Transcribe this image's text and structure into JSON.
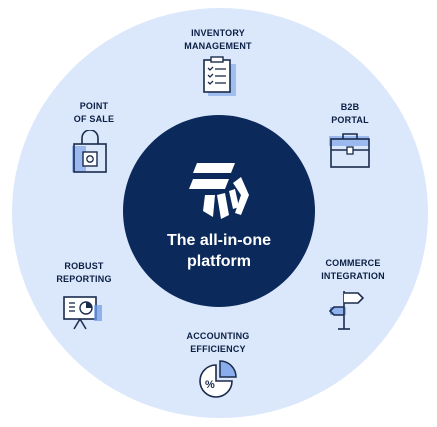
{
  "center": {
    "title_line1": "The all-in-one",
    "title_line2": "platform",
    "logo_icon": "lightspeed-logo-icon"
  },
  "features": [
    {
      "line1": "INVENTORY",
      "line2": "MANAGEMENT",
      "icon": "clipboard-checklist-icon"
    },
    {
      "line1": "B2B",
      "line2": "PORTAL",
      "icon": "briefcase-icon"
    },
    {
      "line1": "COMMERCE",
      "line2": "INTEGRATION",
      "icon": "signpost-icon"
    },
    {
      "line1": "ACCOUNTING",
      "line2": "EFFICIENCY",
      "icon": "percent-pie-icon"
    },
    {
      "line1": "ROBUST",
      "line2": "REPORTING",
      "icon": "presentation-chart-icon"
    },
    {
      "line1": "POINT",
      "line2": "OF SALE",
      "icon": "shopping-bag-icon"
    }
  ],
  "colors": {
    "ring": "#dbe7fb",
    "center": "#0b2a5b",
    "text": "#0b1f44",
    "icon_stroke": "#1a2b4c",
    "icon_accent": "#6f9be8"
  }
}
